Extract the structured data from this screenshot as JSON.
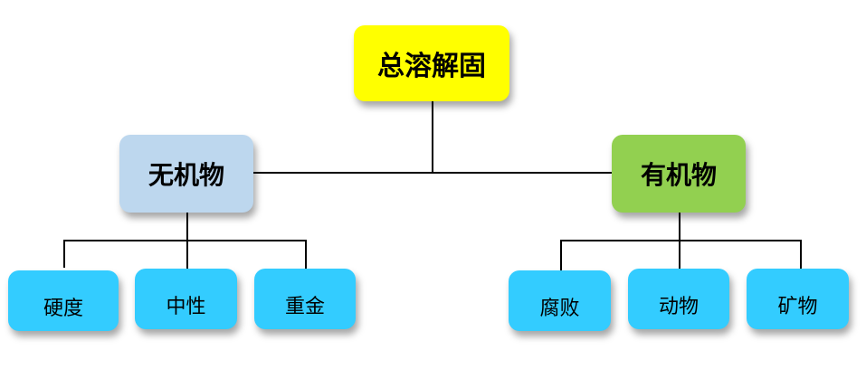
{
  "root": {
    "label": "总溶解固",
    "color": "#ffff00"
  },
  "branches": [
    {
      "label": "无机物",
      "color": "#bdd7ee",
      "children": [
        "硬度",
        "中性",
        "重金"
      ]
    },
    {
      "label": "有机物",
      "color": "#92d050",
      "children": [
        "腐败",
        "动物",
        "矿物"
      ]
    }
  ],
  "leaf_color": "#33ccff"
}
